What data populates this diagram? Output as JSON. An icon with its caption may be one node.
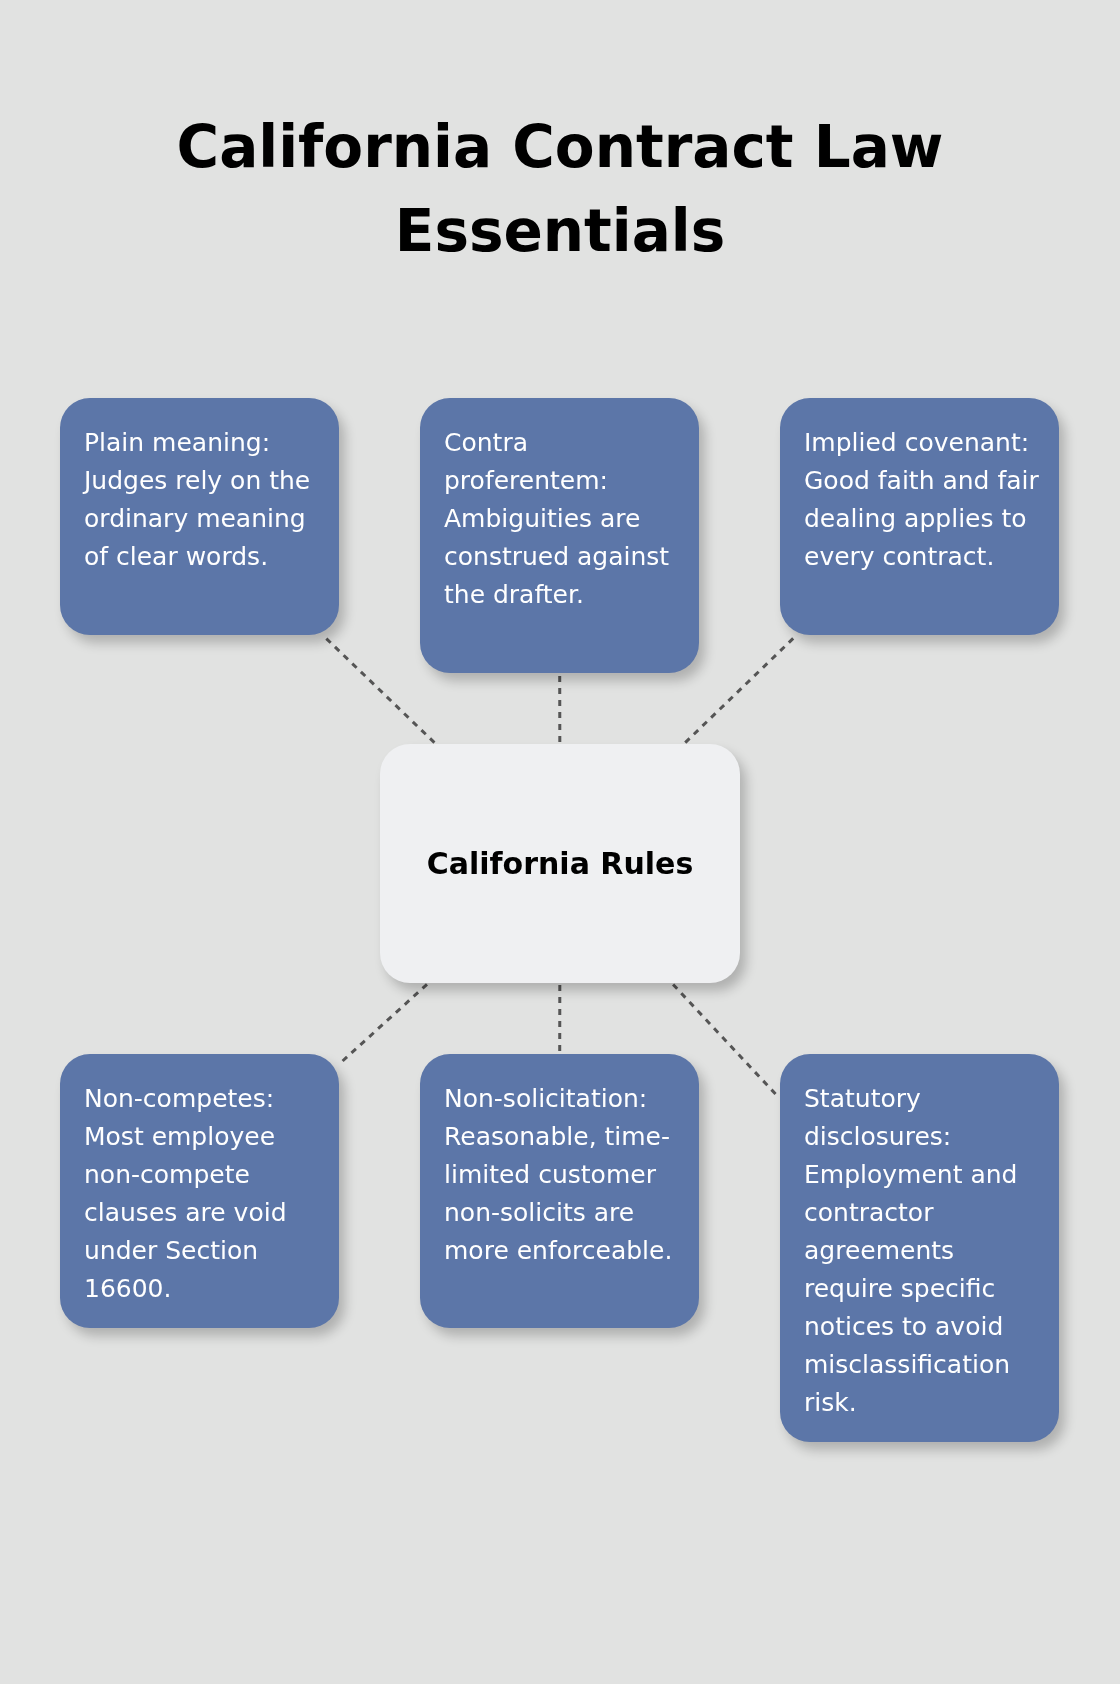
{
  "diagram": {
    "title": "California Contract Law Essentials",
    "nodes": [
      {
        "text": [
          "Plain meaning: Judges rely on the ordinary meaning of clear words."
        ]
      },
      {
        "text": [
          "Contra proferentem: Ambiguities are construed against the drafter."
        ]
      },
      {
        "text": [
          "Implied covenant: Good faith and fair dealing applies to every contract."
        ]
      },
      {
        "text": [
          "California Rules"
        ]
      },
      {
        "text": [
          "Non-competes: Most employee non-compete clauses are void under Section 16600."
        ]
      },
      {
        "text": [
          "Non-solicitation: Reasonable, time-limited customer non-solicits are more enforceable."
        ]
      },
      {
        "text": [
          "Statutory disclosures: Employment and contractor agreements require specific notices to avoid misclassification risk."
        ]
      }
    ],
    "edges": [
      {
        "from": 3,
        "to": 0,
        "arrow": "none",
        "style": "dashed"
      },
      {
        "from": 3,
        "to": 1,
        "arrow": "none",
        "style": "dashed"
      },
      {
        "from": 3,
        "to": 2,
        "arrow": "none",
        "style": "dashed"
      },
      {
        "from": 3,
        "to": 4,
        "arrow": "none",
        "style": "dashed"
      },
      {
        "from": 3,
        "to": 5,
        "arrow": "none",
        "style": "dashed"
      },
      {
        "from": 3,
        "to": 6,
        "arrow": "none",
        "style": "dashed"
      }
    ]
  }
}
